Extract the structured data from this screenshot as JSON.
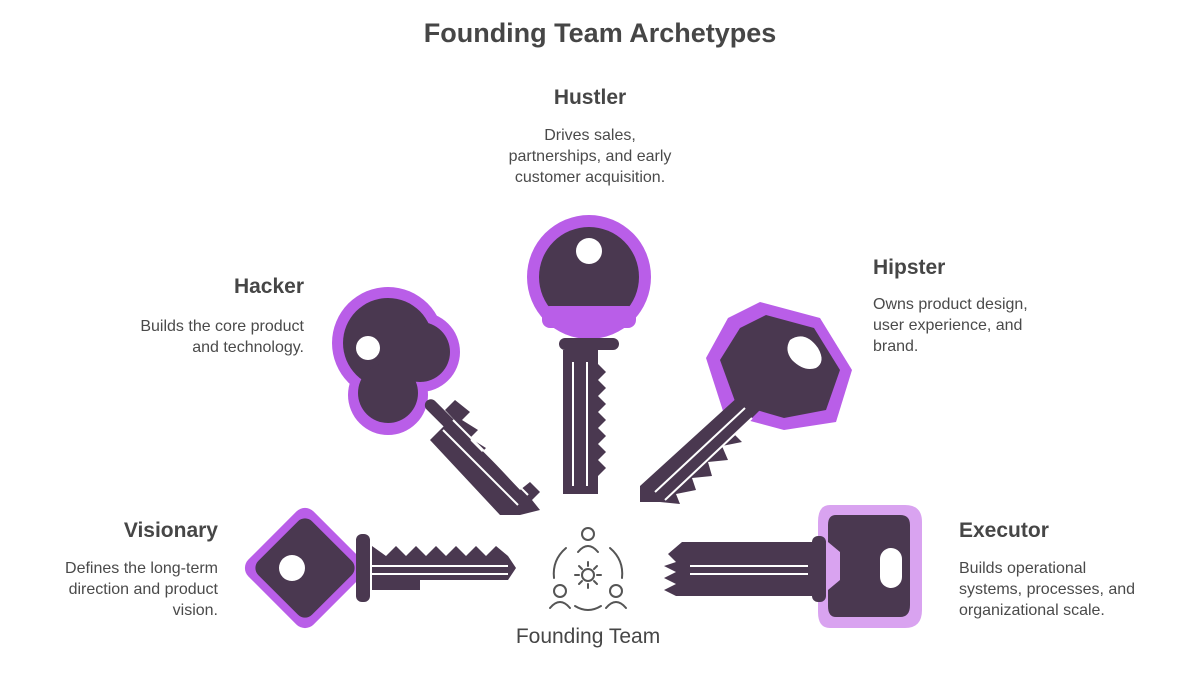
{
  "title": "Founding Team Archetypes",
  "center": {
    "label": "Founding Team",
    "icon": "team-icon"
  },
  "colors": {
    "key_body": "#4a3850",
    "accent_primary": "#b95ee8",
    "accent_light": "#d9a3f0",
    "text": "#464646"
  },
  "archetypes": {
    "hustler": {
      "title": "Hustler",
      "lines": [
        "Drives sales,",
        "partnerships, and early",
        "customer acquisition."
      ]
    },
    "hacker": {
      "title": "Hacker",
      "lines": [
        "Builds the core product",
        "and technology."
      ]
    },
    "hipster": {
      "title": "Hipster",
      "lines": [
        "Owns product design,",
        "user experience, and",
        "brand."
      ]
    },
    "visionary": {
      "title": "Visionary",
      "lines": [
        "Defines the long-term",
        "direction and product",
        "vision."
      ]
    },
    "executor": {
      "title": "Executor",
      "lines": [
        "Builds operational",
        "systems, processes, and",
        "organizational scale."
      ]
    }
  }
}
